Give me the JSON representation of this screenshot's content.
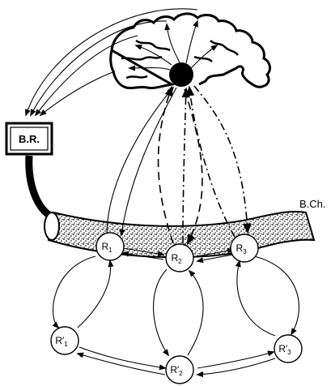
{
  "diagram": {
    "box": {
      "label": "B.R."
    },
    "vessel_label": "B.Ch.",
    "nodes": {
      "r1": {
        "base": "R",
        "sub": "1",
        "prime": ""
      },
      "r2": {
        "base": "R",
        "sub": "2",
        "prime": ""
      },
      "r3": {
        "base": "R",
        "sub": "3",
        "prime": ""
      },
      "r1p": {
        "base": "R",
        "sub": "1",
        "prime": "′"
      },
      "r2p": {
        "base": "R",
        "sub": "2",
        "prime": "′"
      },
      "r3p": {
        "base": "R",
        "sub": "3",
        "prime": "′"
      }
    }
  }
}
